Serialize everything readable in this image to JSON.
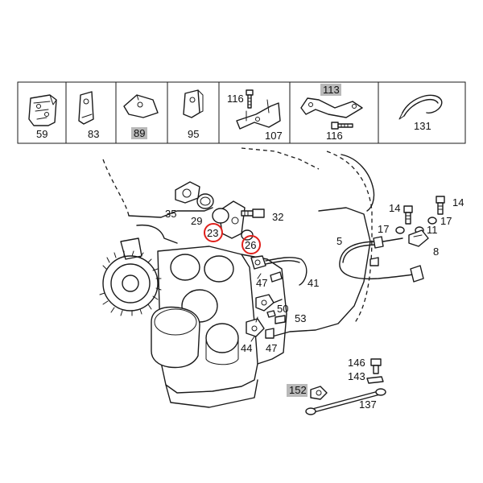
{
  "legend_parts": [
    {
      "id": "p59",
      "label": "59",
      "highlight": false
    },
    {
      "id": "p83",
      "label": "83",
      "highlight": false
    },
    {
      "id": "p89",
      "label": "89",
      "highlight": true
    },
    {
      "id": "p95",
      "label": "95",
      "highlight": false
    },
    {
      "id": "p116a",
      "label": "116",
      "highlight": false
    },
    {
      "id": "p107",
      "label": "107",
      "highlight": false
    },
    {
      "id": "p113",
      "label": "113",
      "highlight": true
    },
    {
      "id": "p116b",
      "label": "116",
      "highlight": false
    },
    {
      "id": "p131",
      "label": "131",
      "highlight": false
    }
  ],
  "callouts": {
    "c35": "35",
    "c29": "29",
    "c23": "23",
    "c26": "26",
    "c32": "32",
    "c47a": "47",
    "c41": "41",
    "c50": "50",
    "c53": "53",
    "c44": "44",
    "c47b": "47",
    "c5": "5",
    "c14a": "14",
    "c14b": "14",
    "c17a": "17",
    "c17b": "17",
    "c11": "11",
    "c8": "8",
    "c146": "146",
    "c143": "143",
    "c152": "152",
    "c137": "137"
  },
  "circled_callouts": [
    "23",
    "26"
  ],
  "highlighted_callouts": [
    "89",
    "113",
    "152"
  ],
  "colors": {
    "line": "#1a1a1a",
    "highlight_box": "#b9b9b9",
    "circle": "#e0201b",
    "background": "#ffffff"
  }
}
